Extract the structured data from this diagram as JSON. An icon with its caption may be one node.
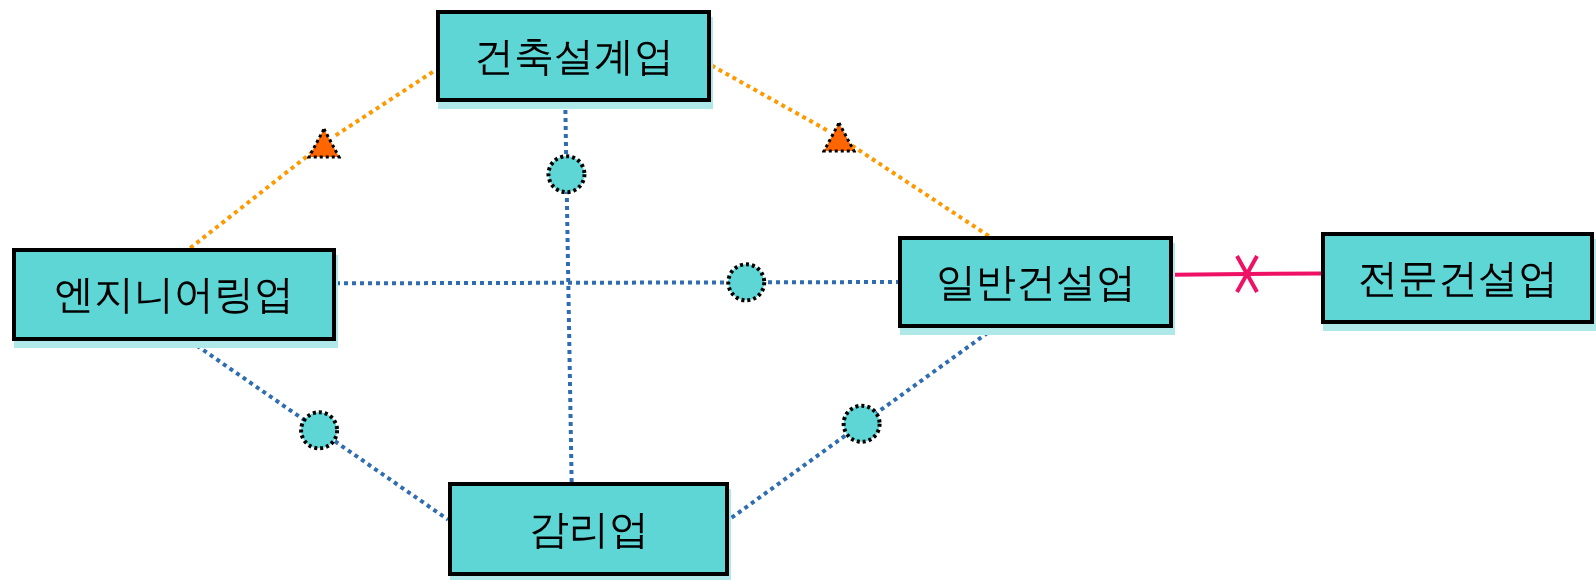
{
  "diagram": {
    "nodes": [
      {
        "text": [
          "건축설계업"
        ]
      },
      {
        "text": [
          "엔지니어링업"
        ]
      },
      {
        "text": [
          "일반건설업"
        ]
      },
      {
        "text": [
          "전문건설업"
        ]
      },
      {
        "text": [
          "감리업"
        ]
      },
      {
        "text": [],
        "shape": "triangle"
      },
      {
        "text": [],
        "shape": "triangle"
      }
    ],
    "edges": [
      {
        "from": 1,
        "to": 5,
        "arrow": "none",
        "style": "dashed",
        "color": "#ff9900"
      },
      {
        "from": 5,
        "to": 0,
        "arrow": "none",
        "style": "dashed",
        "color": "#ff9900"
      },
      {
        "from": 2,
        "to": 6,
        "arrow": "none",
        "style": "dashed",
        "color": "#ff9900"
      },
      {
        "from": 6,
        "to": 0,
        "arrow": "none",
        "style": "dashed",
        "color": "#ff9900"
      },
      {
        "from": 0,
        "to": 4,
        "arrow": "none",
        "style": "dashed",
        "color": "#2f6db0"
      },
      {
        "from": 1,
        "to": 2,
        "arrow": "none",
        "style": "dashed",
        "color": "#2f6db0"
      },
      {
        "from": 1,
        "to": 4,
        "arrow": "none",
        "style": "dashed",
        "color": "#2f6db0"
      },
      {
        "from": 2,
        "to": 4,
        "arrow": "none",
        "style": "dashed",
        "color": "#2f6db0"
      },
      {
        "from": 2,
        "to": 3,
        "arrow": "none",
        "color": "#ee1166"
      }
    ]
  }
}
